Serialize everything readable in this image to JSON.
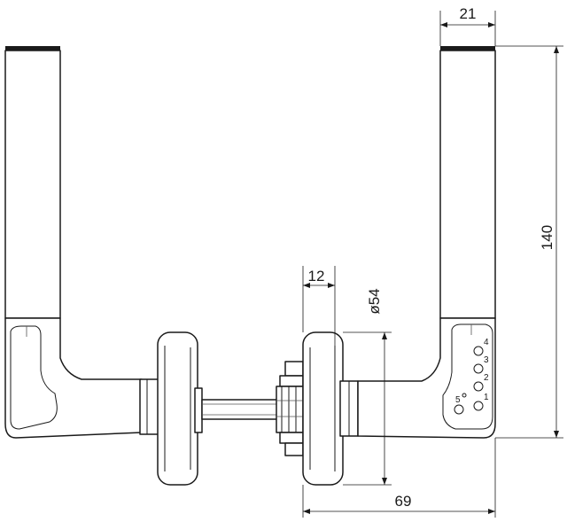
{
  "dimensions": {
    "lever_width": "21",
    "height": "140",
    "rose_offset": "12",
    "rose_diameter": "ø54",
    "depth": "69"
  },
  "keypad": {
    "keys": [
      "1",
      "2",
      "3",
      "4"
    ],
    "extra_key": "5"
  }
}
